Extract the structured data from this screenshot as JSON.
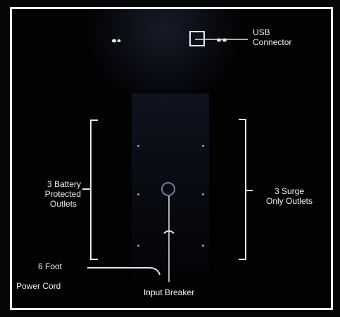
{
  "labels": {
    "usb_line1": "USB",
    "usb_line2": "Connector",
    "battery_line1": "3 Battery",
    "battery_line2": "Protected",
    "battery_line3": "Outlets",
    "surge_line1": "3 Surge",
    "surge_line2": "Only Outlets",
    "cord_line1": "6 Foot",
    "cord_line2": "Power Cord",
    "breaker": "Input Breaker"
  },
  "colors": {
    "background": "#020203",
    "border": "#f4f4f4",
    "text": "#f1f1f1",
    "lines": "#e6e6e6"
  }
}
